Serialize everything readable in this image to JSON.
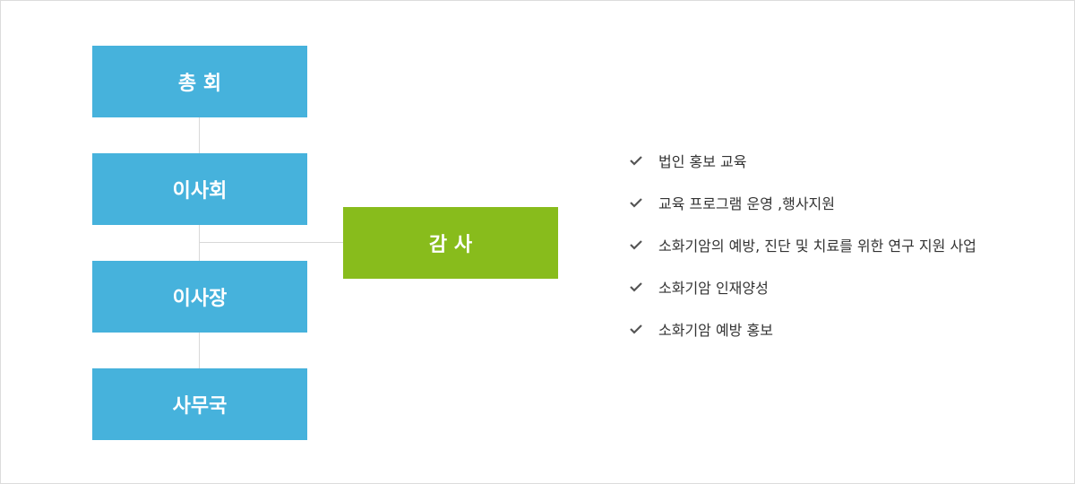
{
  "org_chart": {
    "nodes": [
      {
        "id": "general-assembly",
        "label": "총 회"
      },
      {
        "id": "board",
        "label": "이사회"
      },
      {
        "id": "chairman",
        "label": "이사장"
      },
      {
        "id": "secretariat",
        "label": "사무국"
      },
      {
        "id": "auditor",
        "label": "감 사"
      }
    ],
    "colors": {
      "primary_box": "#46b2dc",
      "auditor_box": "#88bc1c",
      "connector": "#d8d8d8",
      "check": "#555555"
    }
  },
  "duties": {
    "icon": "check-icon",
    "items": [
      "법인 홍보 교육",
      "교육 프로그램 운영 ,행사지원",
      "소화기암의 예방, 진단 및 치료를 위한 연구 지원 사업",
      "소화기암 인재양성",
      "소화기암 예방 홍보"
    ]
  }
}
